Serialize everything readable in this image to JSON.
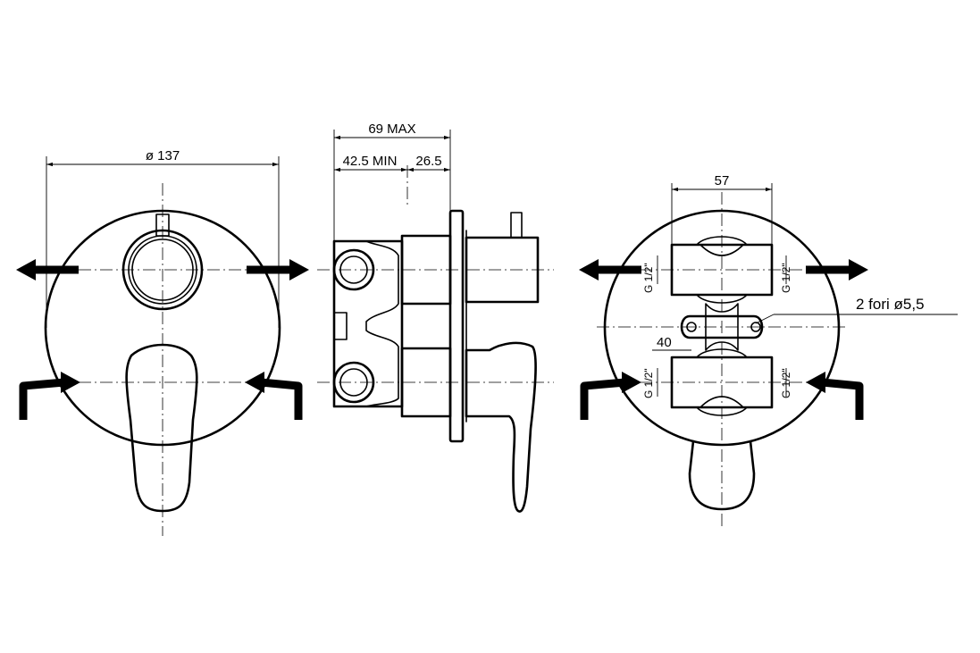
{
  "front_view": {
    "diameter_label": "ø 137"
  },
  "side_view": {
    "max_depth_label": "69 MAX",
    "min_depth_label": "42.5 MIN",
    "adjust_label": "26.5"
  },
  "rear_view": {
    "width_label": "57",
    "spacing_label": "40",
    "holes_note": "2 fori ø5,5",
    "thread_labels": [
      "G 1/2\"",
      "G 1/2\"",
      "G 1/2\"",
      "G 1/2\""
    ]
  }
}
